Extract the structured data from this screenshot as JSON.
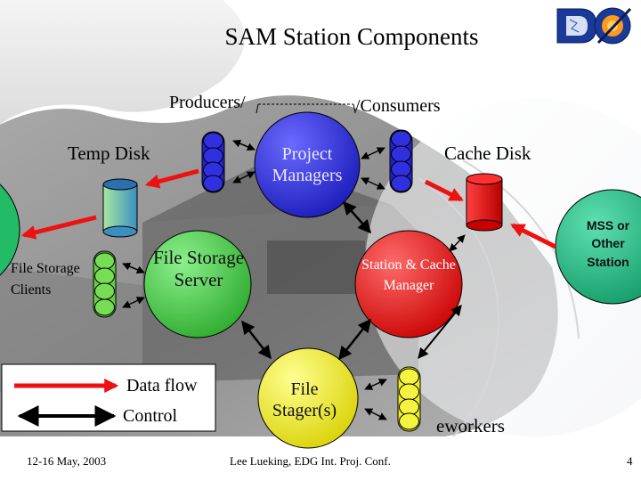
{
  "title": "SAM Station Components",
  "labels": {
    "producers": "Producers/",
    "consumers": "/Consumers",
    "temp_disk": "Temp Disk",
    "cache_disk": "Cache Disk",
    "project_managers": "Project Managers",
    "file_storage_clients": "File Storage Clients",
    "file_storage_server": "File Storage Server",
    "station_cache_manager": "Station & Cache Manager",
    "mss_other_station": "MSS or Other Station",
    "file_stagers": "File Stager(s)",
    "eworkers": "eworkers"
  },
  "legend": {
    "data_flow": "Data flow",
    "control": "Control"
  },
  "footer": {
    "date": "12-16 May, 2003",
    "author": "Lee Lueking, EDG Int. Proj. Conf.",
    "page": "4"
  },
  "colors": {
    "project_managers": "#2a2ad8",
    "file_storage_server": "#44cc44",
    "station_cache_manager": "#ee1111",
    "file_stagers": "#f2ee10",
    "mss_other_station": "#22bb88",
    "temp_disk": "#3399cc",
    "cache_disk": "#ee1111",
    "data_flow": "#ee1111",
    "control": "#000000",
    "worker_blue": "#2222cc",
    "worker_green": "#66cc44",
    "worker_yellow": "#eeee22"
  },
  "icons": {
    "logo": "d0-experiment-logo",
    "worker_stack": "process-stack-icon",
    "disk": "disk-cylinder-icon"
  }
}
